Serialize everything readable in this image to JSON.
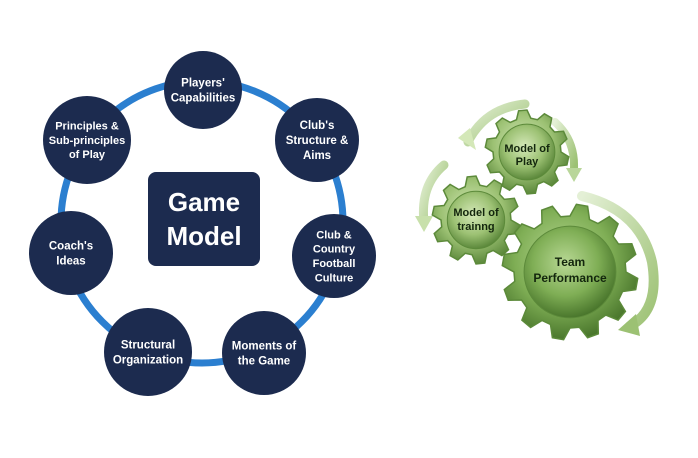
{
  "game_model": {
    "center_lines": [
      "Game",
      "Model"
    ],
    "nodes": [
      {
        "lines": [
          "Players'",
          "Capabilities"
        ]
      },
      {
        "lines": [
          "Club's",
          "Structure &",
          "Aims"
        ]
      },
      {
        "lines": [
          "Club &",
          "Country",
          "Football",
          "Culture"
        ]
      },
      {
        "lines": [
          "Moments of",
          "the Game"
        ]
      },
      {
        "lines": [
          "Structural",
          "Organization"
        ]
      },
      {
        "lines": [
          "Coach's",
          "Ideas"
        ]
      },
      {
        "lines": [
          "Principles &",
          "Sub-principles",
          "of Play"
        ]
      }
    ],
    "colors": {
      "node_fill": "#1c2b4f",
      "ring": "#2b7fd0",
      "text": "#ffffff"
    }
  },
  "gears": {
    "items": [
      {
        "lines": [
          "Model of",
          "Play"
        ]
      },
      {
        "lines": [
          "Model of",
          "trainng"
        ]
      },
      {
        "lines": [
          "Team",
          "Performance"
        ]
      }
    ],
    "colors": {
      "gear_light": "#a9c985",
      "gear_dark": "#5c8a3a",
      "arrow": "#b9d69a"
    }
  }
}
